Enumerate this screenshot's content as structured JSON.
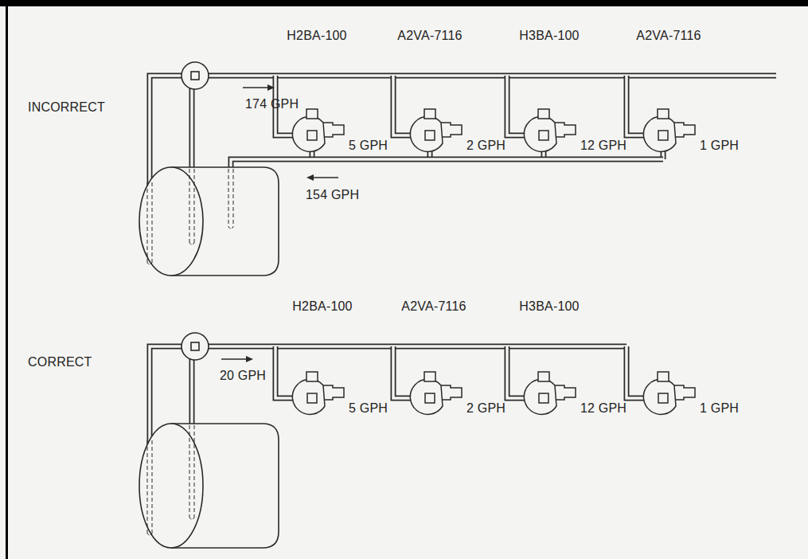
{
  "diagram": {
    "labels": [
      "H2BA-100",
      "A2VA-7116",
      "H3BA-100",
      "A2VA-7116",
      "INCORRECT",
      "174 GPH",
      "5 GPH",
      "2 GPH",
      "12 GPH",
      "1 GPH",
      "154 GPH",
      "H2BA-100",
      "A2VA-7116",
      "H3BA-100",
      "CORRECT",
      "20 GPH",
      "5 GPH",
      "2 GPH",
      "12 GPH",
      "1 GPH"
    ]
  }
}
